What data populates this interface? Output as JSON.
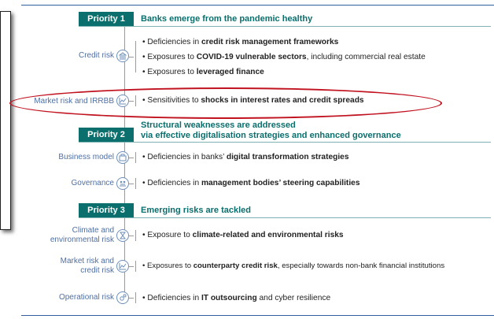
{
  "priorities": [
    {
      "badge": "Priority 1",
      "title": "Banks emerge from the pandemic healthy"
    },
    {
      "badge": "Priority 2",
      "title_line1": "Structural weaknesses are addressed",
      "title_line2": "via effective digitalisation strategies and enhanced governance"
    },
    {
      "badge": "Priority 3",
      "title": "Emerging risks are tackled"
    }
  ],
  "categories": {
    "credit_risk": "Credit risk",
    "market_irrbb": "Market risk and IRRBB",
    "business_model": "Business model",
    "governance": "Governance",
    "climate_line1": "Climate and",
    "climate_line2": "environmental risk",
    "market_credit_line1": "Market risk and",
    "market_credit_line2": "credit risk",
    "operational": "Operational risk"
  },
  "bullets": {
    "b1_pre": "Deficiencies in ",
    "b1_bold": "credit risk management frameworks",
    "b1_post": "",
    "b2_pre": "Exposures to ",
    "b2_bold": "COVID-19 vulnerable sectors",
    "b2_post": ", including commercial real estate",
    "b3_pre": "Exposures to ",
    "b3_bold": "leveraged finance",
    "b3_post": "",
    "b4_pre": "Sensitivities to ",
    "b4_bold": "shocks in interest rates and credit spreads",
    "b4_post": "",
    "b5_pre": "Deficiencies in banks’ ",
    "b5_bold": "digital transformation strategies",
    "b5_post": "",
    "b6_pre": "Deficiencies in ",
    "b6_bold": "management bodies’ steering capabilities",
    "b6_post": "",
    "b7_pre": "Exposure to ",
    "b7_bold": "climate-related and environmental risks",
    "b7_post": "",
    "b8_pre": "Exposures to ",
    "b8_bold": "counterparty credit risk",
    "b8_post": ", especially towards non-bank financial institutions",
    "b9_pre": "Deficiencies in ",
    "b9_bold": "IT outsourcing",
    "b9_post": " and cyber resilience"
  },
  "bullet_marker": "•",
  "colors": {
    "teal": "#0b6f6d",
    "blue_label": "#4e6fa3",
    "highlight_oval": "#c1121f",
    "rule": "#2f5f9e"
  },
  "icons": [
    "bank-icon",
    "chart-icon",
    "business-model-icon",
    "governance-icon",
    "hourglass-icon",
    "chart-icon",
    "gears-icon"
  ]
}
